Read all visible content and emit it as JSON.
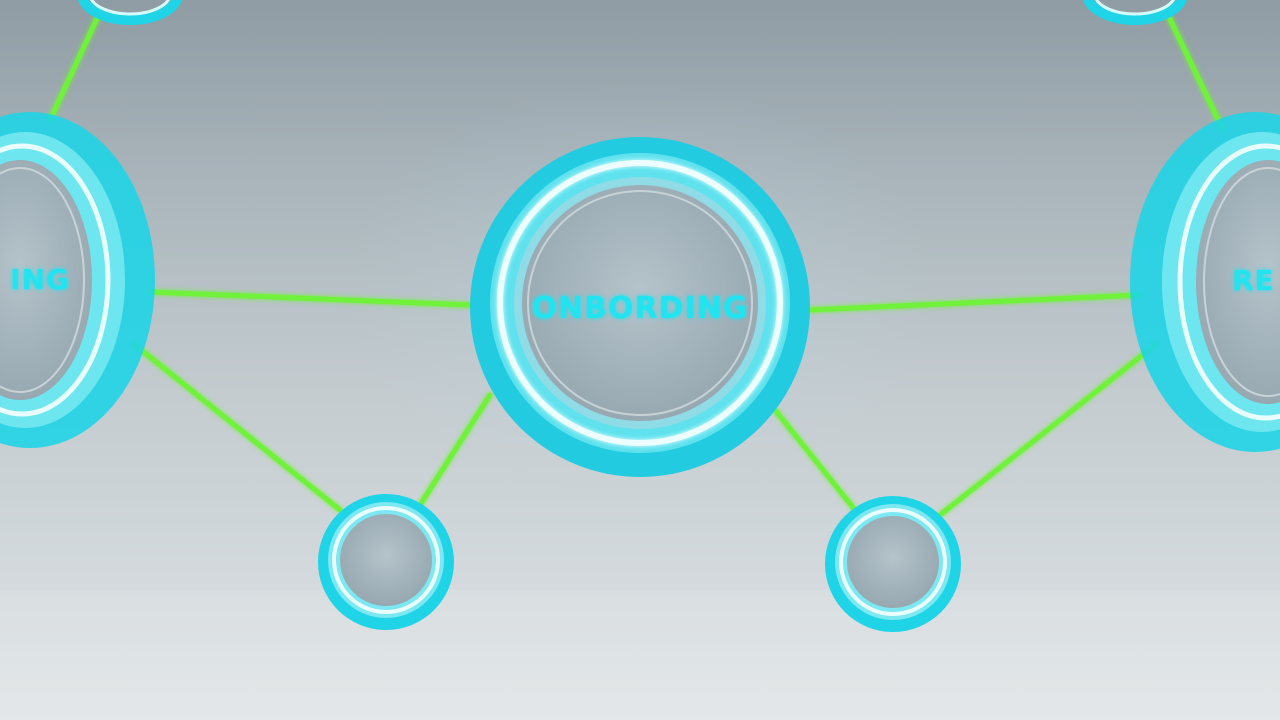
{
  "nodes": {
    "center": {
      "label": "ONBORDING"
    },
    "left": {
      "label": "ING"
    },
    "right": {
      "label": "RE"
    }
  },
  "colors": {
    "ring": "#1fd4e6",
    "ring_light": "#bff6fb",
    "link": "#6ff23a",
    "disc": "#a9b8c0",
    "label": "#22e3f0"
  }
}
